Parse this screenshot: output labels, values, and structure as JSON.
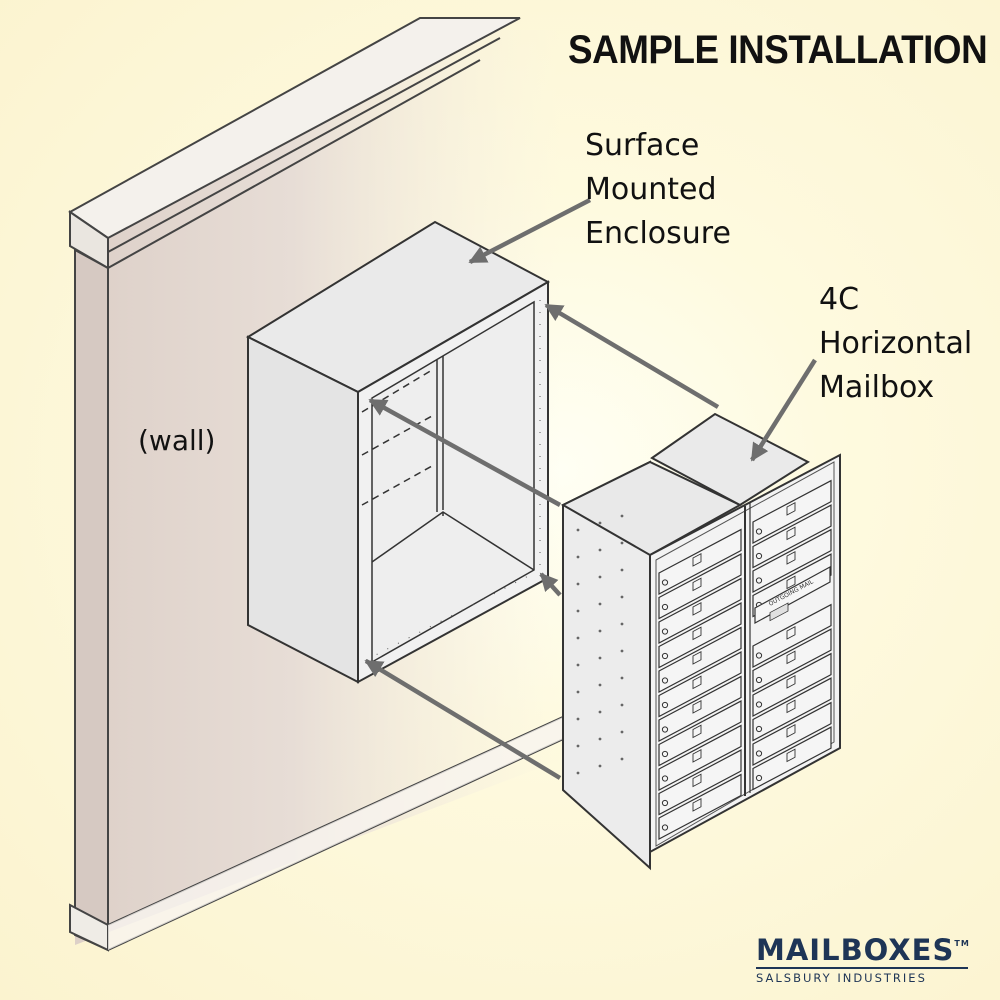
{
  "title": "SAMPLE INSTALLATION",
  "labels": {
    "enclosure": [
      "Surface",
      "Mounted",
      "Enclosure"
    ],
    "mailbox": [
      "4C",
      "Horizontal",
      "Mailbox"
    ],
    "wall": "(wall)"
  },
  "logo": {
    "main": "MAILBOXES",
    "tm": "TM",
    "sub": "SALSBURY INDUSTRIES"
  },
  "colors": {
    "background": "#fdf7d6",
    "wall": "#e4d9d2",
    "line": "#3a3a3a",
    "arrow": "#6e6e6e",
    "logo": "#1e3556"
  }
}
